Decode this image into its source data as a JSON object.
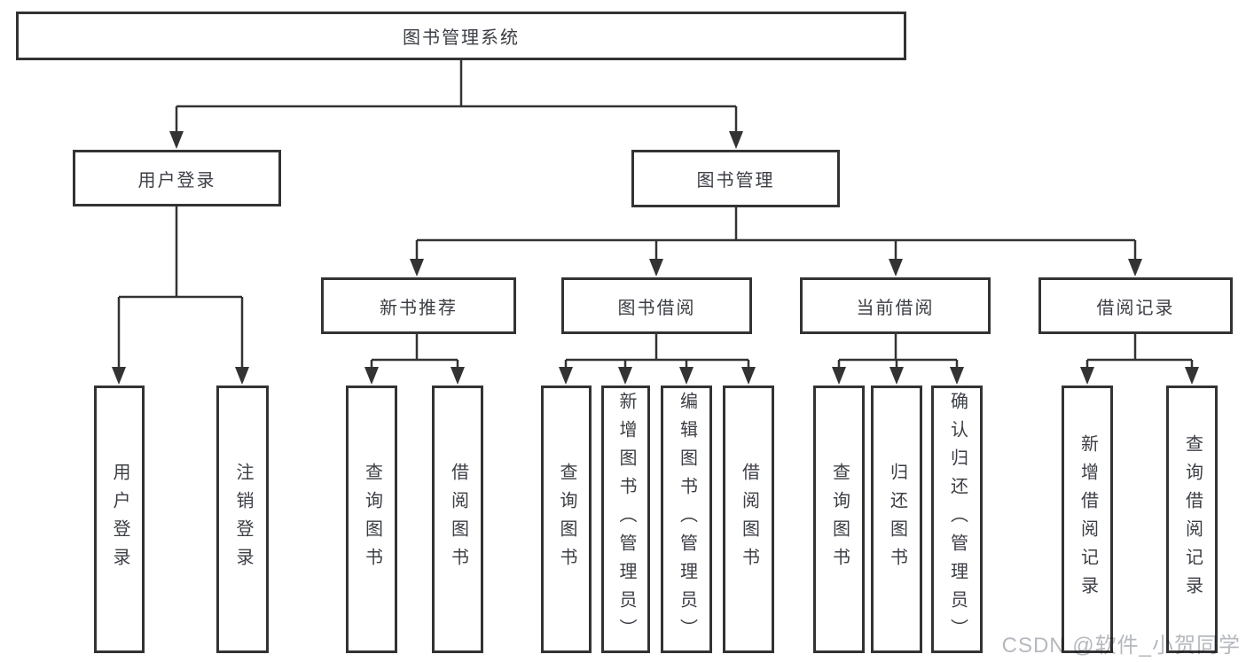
{
  "colors": {
    "line": "#333333",
    "border": "#333333",
    "text": "#3b3e44",
    "background": "#ffffff",
    "watermark": "#b5b9be"
  },
  "watermark": "CSDN @软件_小贺同学",
  "tree": {
    "root": "图书管理系统",
    "user_login": {
      "label": "用户登录",
      "children": [
        "用户登录",
        "注销登录"
      ]
    },
    "book_mgmt": {
      "label": "图书管理",
      "groups": [
        {
          "label": "新书推荐",
          "children": [
            "查询图书",
            "借阅图书"
          ]
        },
        {
          "label": "图书借阅",
          "children": [
            "查询图书",
            "新增图书（管理员）",
            "编辑图书（管理员）",
            "借阅图书"
          ]
        },
        {
          "label": "当前借阅",
          "children": [
            "查询图书",
            "归还图书",
            "确认归还（管理员）"
          ]
        },
        {
          "label": "借阅记录",
          "children": [
            "新增借阅记录",
            "查询借阅记录"
          ]
        }
      ]
    }
  }
}
